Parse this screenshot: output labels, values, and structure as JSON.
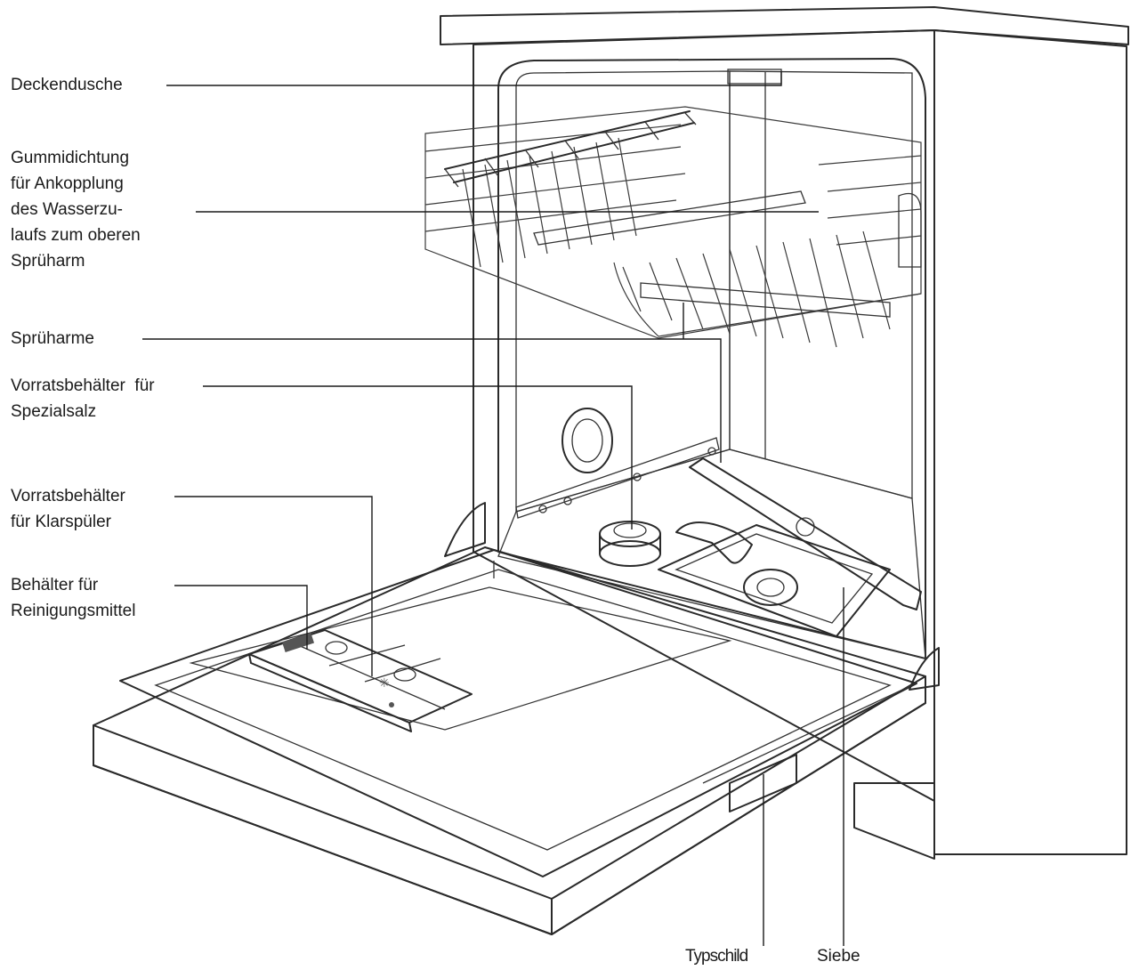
{
  "labels": {
    "deckendusche": [
      "Deckendusche"
    ],
    "gummidichtung": [
      "Gummidichtung",
      "für Ankopplung",
      "des Wasserzu-",
      "laufs zum oberen",
      "Sprüharm"
    ],
    "spruharme": [
      "Sprüharme"
    ],
    "salz": [
      "Vorratsbehälter  für",
      "Spezialsalz"
    ],
    "klarspueler": [
      "Vorratsbehälter",
      "für Klarspüler"
    ],
    "reinigungsmittel": [
      "Behälter für",
      "Reinigungsmittel"
    ],
    "typschild": [
      "Typschild"
    ],
    "siebe": [
      "Siebe"
    ]
  },
  "colors": {
    "ink": "#2a2a2a",
    "cabinet_side": "#ececec",
    "interior_dark": "#8c8c8c",
    "interior_light": "#d9d9d9",
    "door_fill": "#f2f2f2"
  }
}
